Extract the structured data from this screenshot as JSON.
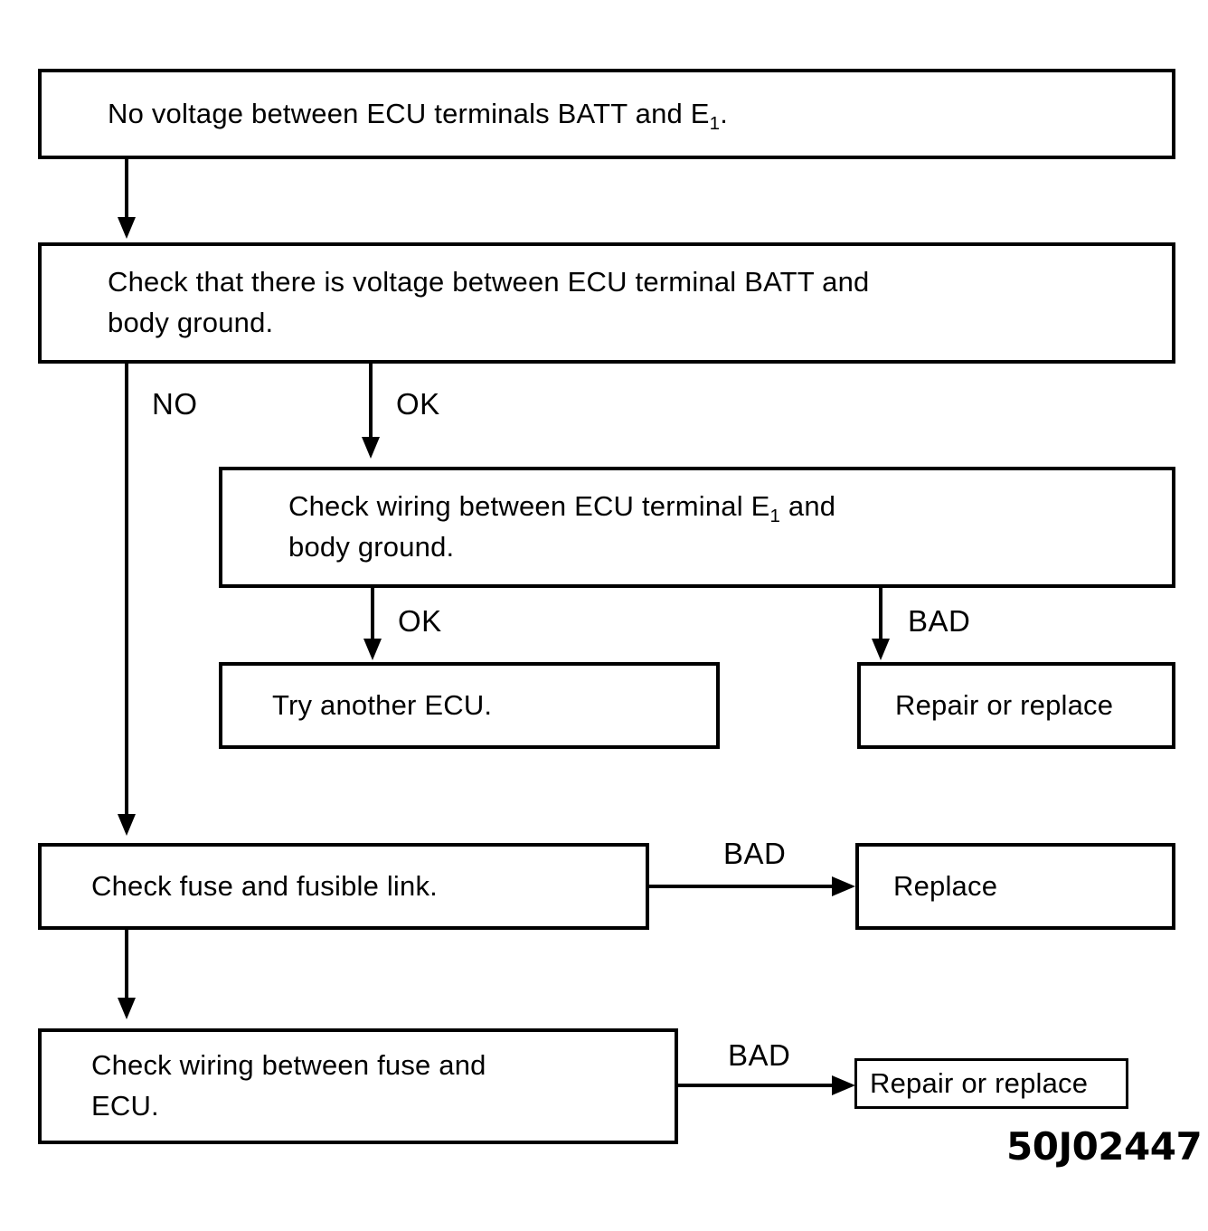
{
  "diagram": {
    "type": "flowchart",
    "reference_id": "50J02447",
    "nodes": {
      "symptom": {
        "text": "No voltage between ECU terminals BATT and E1.",
        "text_line1": "No voltage between ECU terminals BATT and E",
        "sub": "1",
        "text_tail": "."
      },
      "check_batt_voltage": {
        "text": "Check that there is voltage between ECU terminal BATT and body ground.",
        "line1": "Check that there is voltage between ECU terminal BATT and",
        "line2": "body ground."
      },
      "check_e1_wiring": {
        "text": "Check wiring between ECU terminal E1 and body ground.",
        "line1_a": "Check wiring between ECU terminal E",
        "sub": "1",
        "line1_b": " and",
        "line2": "body ground."
      },
      "try_another_ecu": {
        "text": "Try another ECU."
      },
      "repair_or_replace_top": {
        "text": "Repair or replace"
      },
      "check_fuse": {
        "text": "Check fuse and fusible link."
      },
      "replace": {
        "text": "Replace"
      },
      "check_fuse_wiring": {
        "text": "Check wiring between fuse and ECU.",
        "line1": "Check wiring between fuse and",
        "line2": "ECU."
      },
      "repair_or_replace_bottom": {
        "text": "Repair or replace"
      }
    },
    "edges": {
      "symptom_to_check_batt": {
        "label": ""
      },
      "check_batt_no": {
        "label": "NO"
      },
      "check_batt_ok": {
        "label": "OK"
      },
      "check_e1_ok": {
        "label": "OK"
      },
      "check_e1_bad": {
        "label": "BAD"
      },
      "check_fuse_bad": {
        "label": "BAD"
      },
      "check_fuse_wiring_bad": {
        "label": "BAD"
      }
    },
    "colors": {
      "ink": "#000000",
      "paper": "#ffffff"
    }
  }
}
